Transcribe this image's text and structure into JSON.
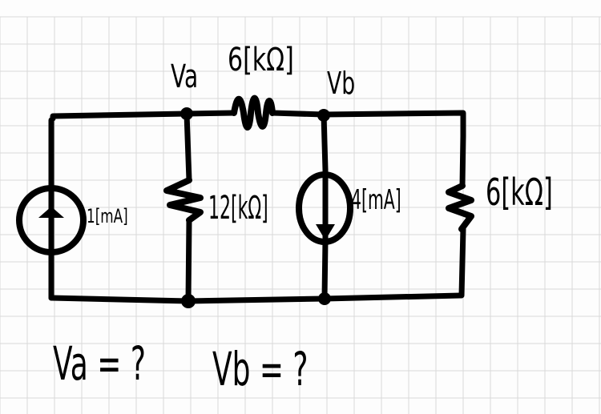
{
  "diagram": {
    "type": "circuit",
    "background": "grid-paper",
    "colors": {
      "ink": "#000000",
      "grid": "#d9d9d9",
      "paper": "#fdfdfd"
    },
    "nodes": {
      "va": {
        "label": "Va"
      },
      "vb": {
        "label": "Vb"
      }
    },
    "components": [
      {
        "id": "current-source-1",
        "kind": "current-source",
        "direction": "up",
        "label": "1[mA]"
      },
      {
        "id": "resistor-12k",
        "kind": "resistor",
        "label": "12[kΩ]"
      },
      {
        "id": "resistor-6k-series",
        "kind": "resistor",
        "label": "6[kΩ]"
      },
      {
        "id": "current-source-4",
        "kind": "current-source",
        "direction": "down",
        "label": "4[mA]"
      },
      {
        "id": "resistor-6k-shunt",
        "kind": "resistor",
        "label": "6[kΩ]"
      }
    ],
    "question": {
      "va": "Va = ?",
      "vb": "Vb = ?"
    }
  }
}
